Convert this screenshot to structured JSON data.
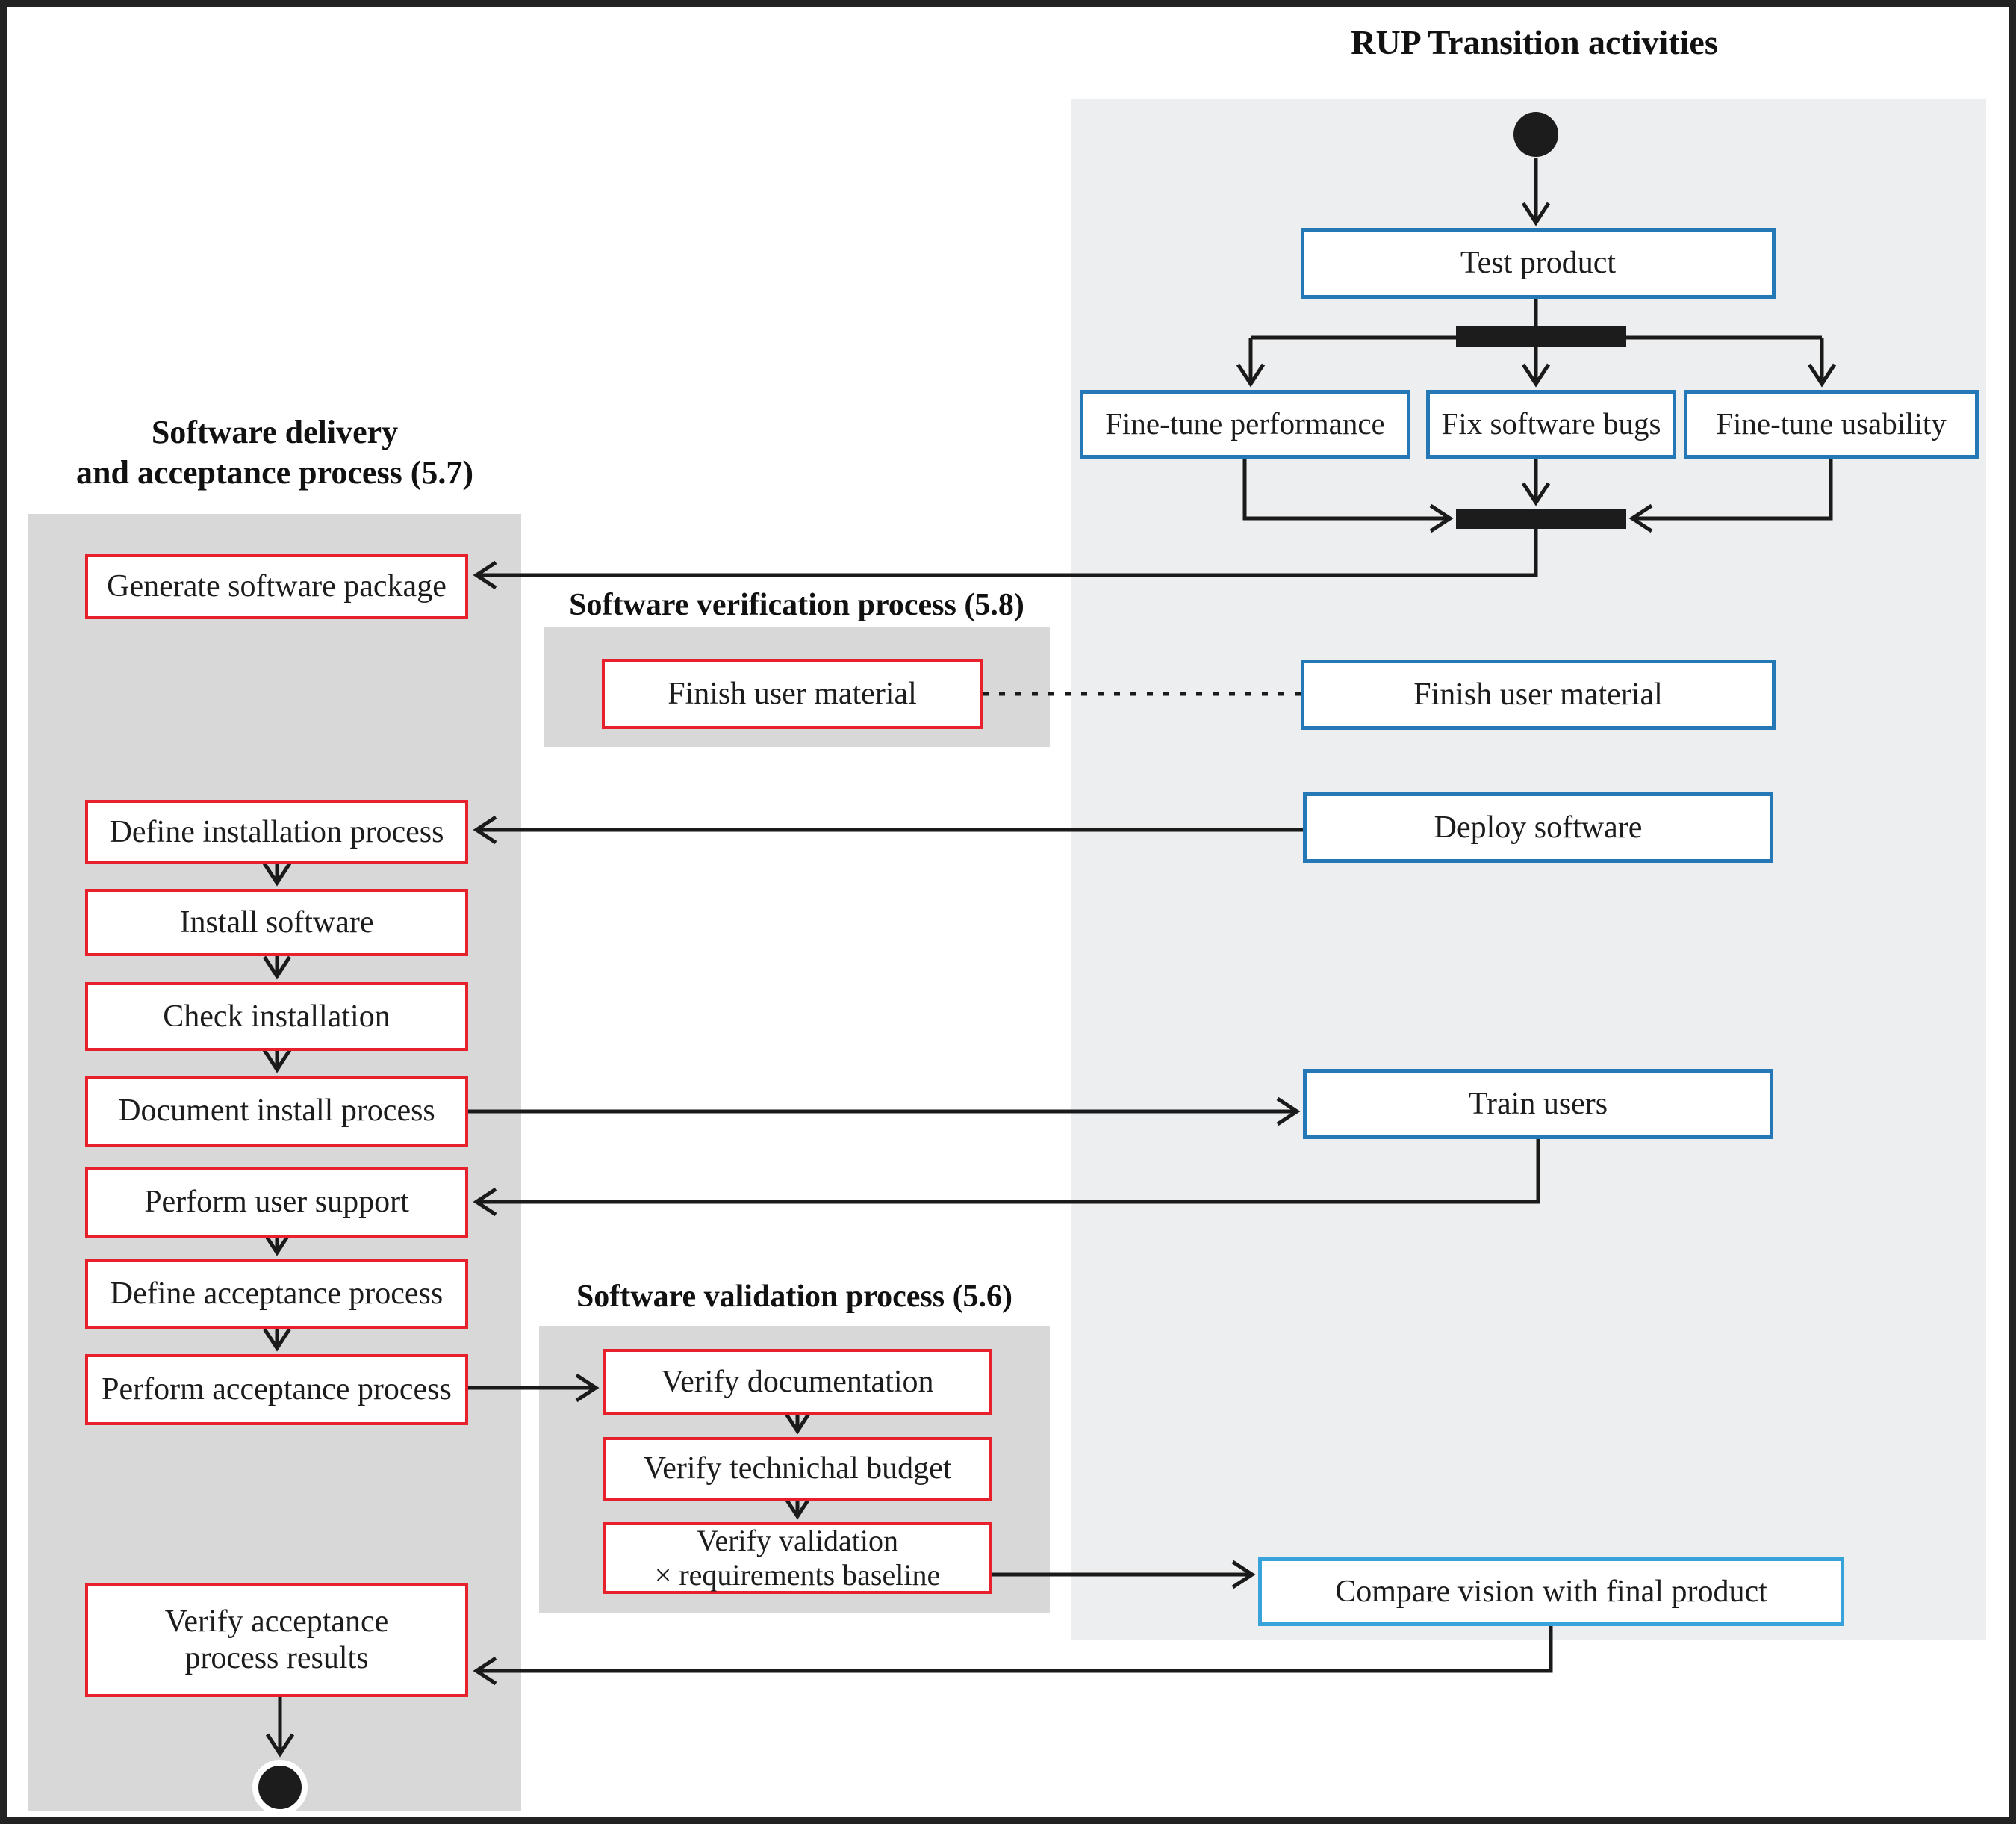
{
  "diagram": {
    "right_title": "RUP Transition activities",
    "panels": {
      "delivery": {
        "title_line1": "Software delivery",
        "title_line2": "and acceptance process (5.7)"
      },
      "verification": {
        "title": "Software verification process (5.8)"
      },
      "validation": {
        "title": "Software validation process (5.6)"
      }
    },
    "nodes": {
      "test_product": "Test product",
      "fine_tune_performance": "Fine-tune performance",
      "fix_software_bugs": "Fix software bugs",
      "fine_tune_usability": "Fine-tune usability",
      "finish_user_material_rup": "Finish user material",
      "deploy_software": "Deploy software",
      "train_users": "Train users",
      "compare_vision": "Compare vision with final product",
      "generate_software_package": "Generate software package",
      "define_installation_process": "Define installation process",
      "install_software": "Install software",
      "check_installation": "Check installation",
      "document_install_process": "Document install process",
      "perform_user_support": "Perform user support",
      "define_acceptance_process": "Define acceptance process",
      "perform_acceptance_process": "Perform acceptance process",
      "verify_acceptance_line1": "Verify acceptance",
      "verify_acceptance_line2": "process results",
      "finish_user_material_verif": "Finish user material",
      "verify_documentation": "Verify documentation",
      "verify_technichal_budget": "Verify technichal budget",
      "verify_validation_line1": "Verify validation",
      "verify_validation_line2": "× requirements baseline"
    },
    "colors": {
      "red_border": "#e6212b",
      "blue_border": "#2478b6",
      "compare_border": "#38a3da",
      "panel_gray": "#d8d8d8",
      "panel_light_gray": "#edeef0",
      "line_black": "#1a1a1a",
      "background": "#ffffff"
    }
  }
}
